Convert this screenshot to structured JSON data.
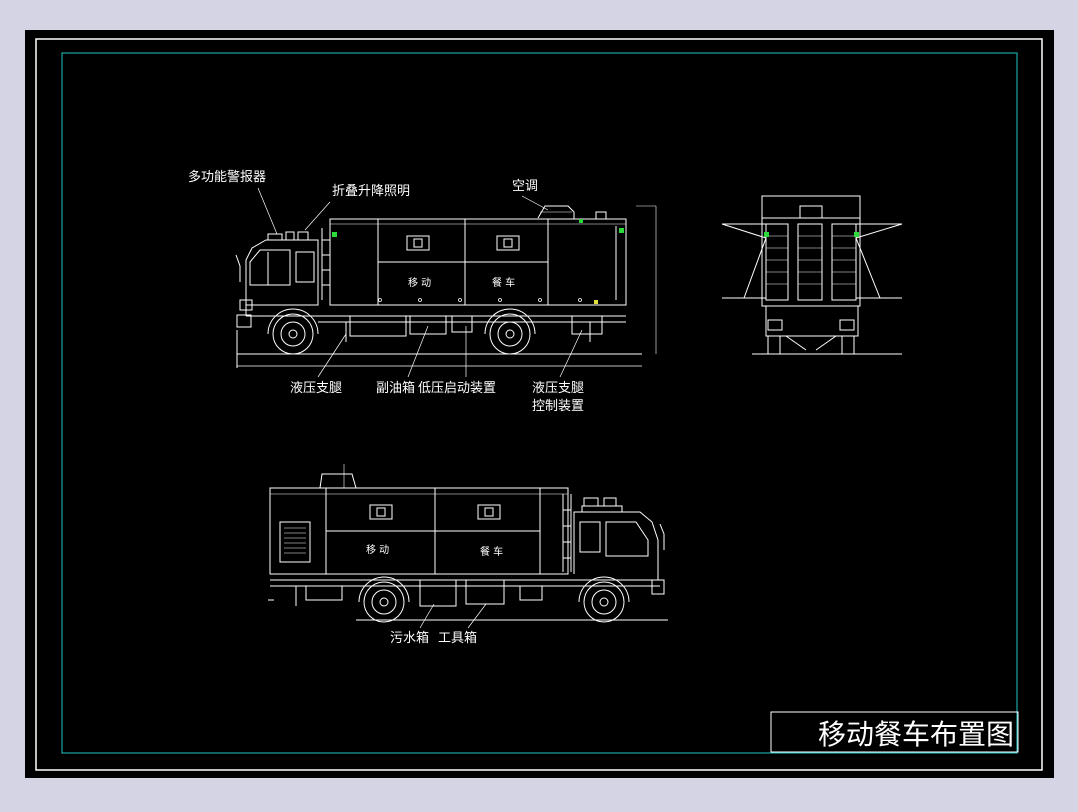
{
  "colors": {
    "outer_background": "#d4d4e4",
    "drawing_background": "#000000",
    "line": "#ffffff",
    "frame_inner": "#22c5c5",
    "accent": "#2bd93a",
    "marker": "#e0e03a"
  },
  "drawing": {
    "title": "移动餐车布置图"
  },
  "side_view_left": {
    "labels": {
      "alarm": "多功能警报器",
      "light": "折叠升降照明",
      "aircon": "空调",
      "outrigger": "液压支腿",
      "fuel": "副油箱",
      "starter": "低压启动装置",
      "control_1": "液压支腿",
      "control_2": "控制装置"
    },
    "body_text": {
      "left": "移 动",
      "right": "餐 车"
    }
  },
  "side_view_right": {
    "labels": {
      "sewage": "污水箱",
      "tools": "工具箱"
    },
    "body_text": {
      "left": "移 动",
      "right": "餐 车"
    }
  }
}
